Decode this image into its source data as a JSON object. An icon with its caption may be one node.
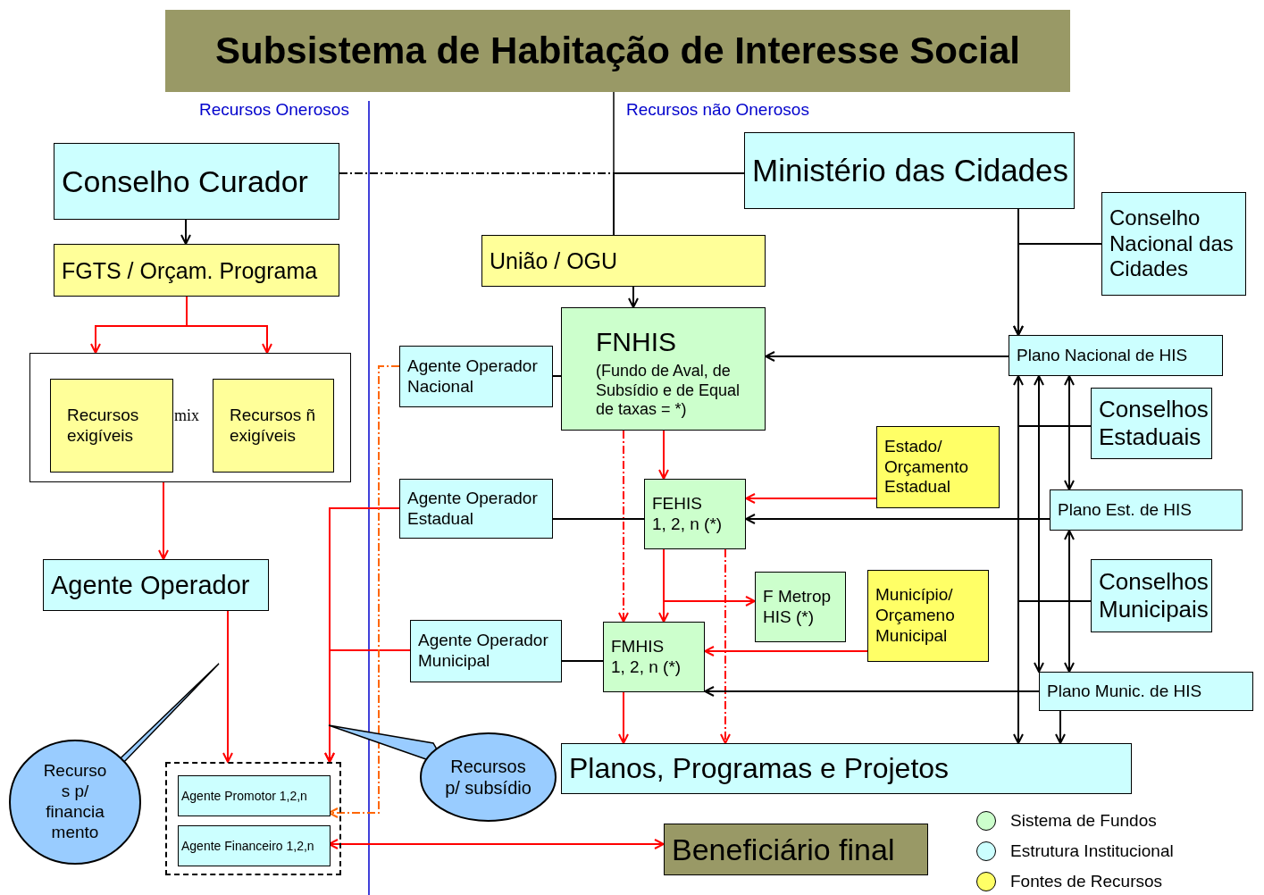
{
  "diagram": {
    "title": "Subsistema de Habitação de Interesse Social",
    "nodes": [
      {
        "text": [
          "Conselho Curador"
        ]
      },
      {
        "text": [
          "FGTS / Orçam. Programa"
        ]
      },
      {
        "text": [],
        "shape": "box"
      },
      {
        "text": [
          "Recursos exigíveis"
        ],
        "in": 2
      },
      {
        "text": [
          "Recursos ñ exigíveis"
        ],
        "in": 2
      },
      {
        "text": [
          "Agente Operador"
        ]
      },
      {
        "text": [
          "Recurso s p/ financia mento"
        ]
      },
      {
        "text": [],
        "shape": "box"
      },
      {
        "text": [
          "Agente Promotor 1,2,n"
        ],
        "in": 7
      },
      {
        "text": [
          "Agente Financeiro 1,2,n"
        ],
        "in": 7
      },
      {
        "text": [
          "Recursos p/ subsídio"
        ]
      },
      {
        "text": [
          "Ministério das Cidades"
        ]
      },
      {
        "text": [
          "União / OGU"
        ]
      },
      {
        "text": [
          "Conselho Nacional das Cidades"
        ]
      },
      {
        "text": [
          "Agente Operador Nacional"
        ]
      },
      {
        "text": [
          "FNHIS",
          "(Fundo de Aval, de Subsídio e de Equal de taxas = *)"
        ]
      },
      {
        "text": [
          "Plano Nacional de HIS"
        ]
      },
      {
        "text": [
          "Conselhos Estaduais"
        ]
      },
      {
        "text": [
          "Estado/ Orçamento Estadual"
        ]
      },
      {
        "text": [
          "Agente Operador Estadual"
        ]
      },
      {
        "text": [
          "FEHIS",
          "1, 2, n (*)"
        ]
      },
      {
        "text": [
          "Plano Est. de HIS"
        ]
      },
      {
        "text": [
          "F Metrop HIS (*)"
        ]
      },
      {
        "text": [
          "Município/ Orçameno Municipal"
        ]
      },
      {
        "text": [
          "Conselhos Municipais"
        ]
      },
      {
        "text": [
          "Agente Operador Municipal"
        ]
      },
      {
        "text": [
          "FMHIS",
          "1, 2, n (*)"
        ]
      },
      {
        "text": [
          "Plano Munic. de HIS"
        ]
      },
      {
        "text": [
          "Planos, Programas e Projetos"
        ]
      },
      {
        "text": [
          "Beneficiário final"
        ]
      }
    ],
    "edges": [
      {
        "from": 0,
        "to": 11,
        "arrow": "none",
        "style": "dashed"
      },
      {
        "from": 11,
        "to": 12,
        "arrow": "none"
      },
      {
        "from": 0,
        "to": 1,
        "arrow": "to"
      },
      {
        "from": 1,
        "to": 2,
        "arrow": "to",
        "color": "#ff0000"
      },
      {
        "from": 1,
        "to": 2,
        "arrow": "to",
        "color": "#ff0000"
      },
      {
        "from": 2,
        "to": 5,
        "arrow": "to",
        "color": "#ff0000"
      },
      {
        "from": 5,
        "to": 7,
        "arrow": "to",
        "color": "#ff0000"
      },
      {
        "from": 19,
        "to": 7,
        "arrow": "to",
        "color": "#ff0000"
      },
      {
        "from": 25,
        "to": 7,
        "arrow": "to",
        "color": "#ff0000"
      },
      {
        "from": 12,
        "to": 15,
        "arrow": "to"
      },
      {
        "from": 14,
        "to": 15,
        "arrow": "none"
      },
      {
        "from": 11,
        "to": 16,
        "arrow": "to"
      },
      {
        "from": 13,
        "to": 16,
        "arrow": "to"
      },
      {
        "from": 16,
        "to": 15,
        "arrow": "to"
      },
      {
        "from": 15,
        "to": 20,
        "arrow": "to",
        "color": "#ff0000"
      },
      {
        "from": 15,
        "to": 26,
        "arrow": "to",
        "style": "dashed",
        "color": "#ff0000"
      },
      {
        "from": 14,
        "to": 8,
        "arrow": "to",
        "style": "dashed",
        "color": "#ff6600"
      },
      {
        "from": 18,
        "to": 20,
        "arrow": "to",
        "color": "#ff0000"
      },
      {
        "from": 21,
        "to": 20,
        "arrow": "to"
      },
      {
        "from": 19,
        "to": 20,
        "arrow": "none"
      },
      {
        "from": 20,
        "to": 26,
        "arrow": "to",
        "color": "#ff0000"
      },
      {
        "from": 20,
        "to": 22,
        "arrow": "to",
        "color": "#ff0000"
      },
      {
        "from": 20,
        "to": 28,
        "arrow": "to",
        "style": "dashed",
        "color": "#ff0000"
      },
      {
        "from": 23,
        "to": 26,
        "arrow": "to",
        "color": "#ff0000"
      },
      {
        "from": 27,
        "to": 26,
        "arrow": "to"
      },
      {
        "from": 25,
        "to": 26,
        "arrow": "none"
      },
      {
        "from": 26,
        "to": 28,
        "arrow": "to",
        "color": "#ff0000"
      },
      {
        "from": 9,
        "to": 29,
        "arrow": "both",
        "color": "#ff0000"
      },
      {
        "from": 27,
        "to": 28,
        "arrow": "to"
      },
      {
        "from": 16,
        "to": 28,
        "arrow": "both"
      },
      {
        "from": 16,
        "to": 27,
        "arrow": "both"
      },
      {
        "from": 16,
        "to": 21,
        "arrow": "both"
      },
      {
        "from": 17,
        "to": 16,
        "arrow": "none"
      },
      {
        "from": 21,
        "to": 27,
        "arrow": "both"
      },
      {
        "from": 24,
        "to": 28,
        "arrow": "none"
      }
    ],
    "labels": [
      "Recursos Onerosos",
      "Recursos não Onerosos",
      "mix"
    ],
    "legend": [
      {
        "text": "Sistema de Fundos",
        "color": "#ccffcc"
      },
      {
        "text": "Estrutura Institucional",
        "color": "#ccffff"
      },
      {
        "text": "Fontes de Recursos",
        "color": "#ffff66"
      }
    ]
  }
}
